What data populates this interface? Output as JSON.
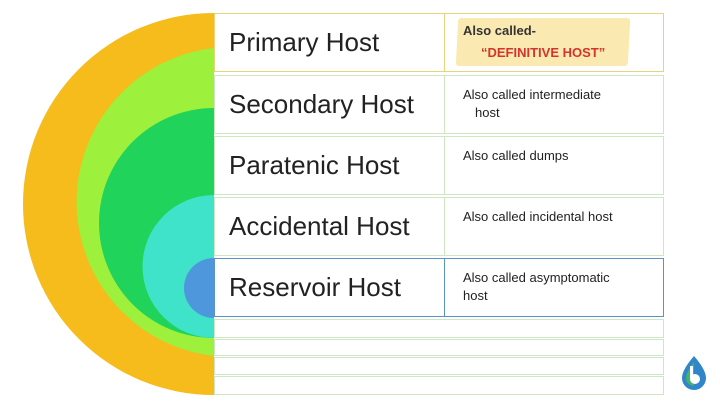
{
  "hosts": [
    {
      "name": "Primary Host",
      "also_called_prefix": "Also called-",
      "also_called_value": "“DEFINITIVE HOST”"
    },
    {
      "name": "Secondary Host",
      "description_line1": "Also called intermediate",
      "description_line2": "host"
    },
    {
      "name": "Paratenic Host",
      "description": "Also called dumps"
    },
    {
      "name": "Accidental Host",
      "description": "Also called incidental  host"
    },
    {
      "name": "Reservoir Host",
      "description_line1": "Also called asymptomatic",
      "description_line2": "host"
    }
  ],
  "colors": {
    "primary": "#f5bc1c",
    "secondary": "#9df03c",
    "paratenic": "#1fd35b",
    "accidental": "#3fe3c9",
    "reservoir": "#4f97dc",
    "highlight": "#fbe9b2",
    "definitive_text": "#d3342c"
  }
}
